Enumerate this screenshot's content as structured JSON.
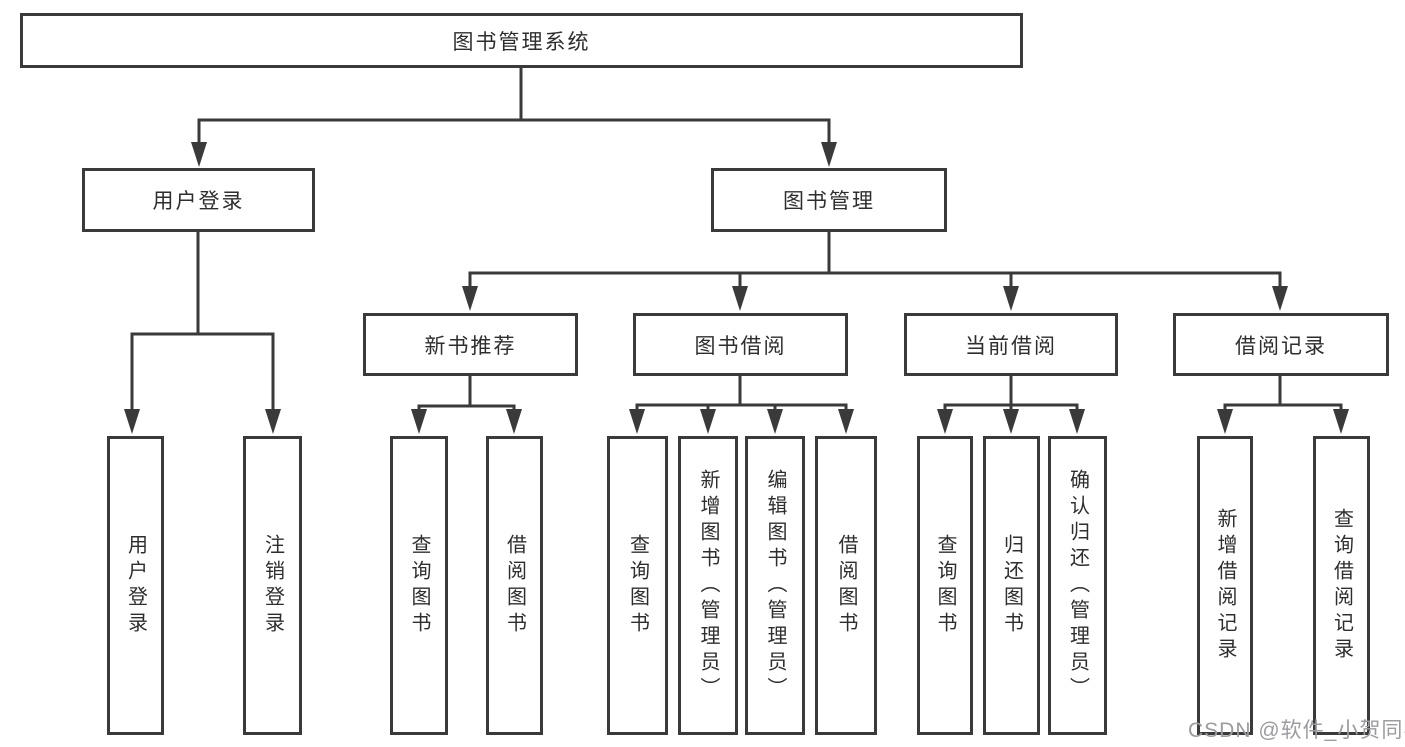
{
  "root": {
    "label": "图书管理系统"
  },
  "branches": [
    {
      "label": "用户登录",
      "leaves": [
        {
          "label": "用户登录"
        },
        {
          "label": "注销登录"
        }
      ]
    },
    {
      "label": "图书管理",
      "groups": [
        {
          "label": "新书推荐",
          "leaves": [
            {
              "label": "查询图书"
            },
            {
              "label": "借阅图书"
            }
          ]
        },
        {
          "label": "图书借阅",
          "leaves": [
            {
              "label": "查询图书"
            },
            {
              "label": "新增图书（管理员）"
            },
            {
              "label": "编辑图书（管理员）"
            },
            {
              "label": "借阅图书"
            }
          ]
        },
        {
          "label": "当前借阅",
          "leaves": [
            {
              "label": "查询图书"
            },
            {
              "label": "归还图书"
            },
            {
              "label": "确认归还（管理员）"
            }
          ]
        },
        {
          "label": "借阅记录",
          "leaves": [
            {
              "label": "新增借阅记录"
            },
            {
              "label": "查询借阅记录"
            }
          ]
        }
      ]
    }
  ],
  "watermark": {
    "text": "CSDN @软件_小贺同学"
  },
  "colors": {
    "line": "#3a3a3a",
    "border": "#3a3a3a",
    "text": "#2e2e2e",
    "background": "#ffffff",
    "watermark": "#9c9ca0"
  }
}
